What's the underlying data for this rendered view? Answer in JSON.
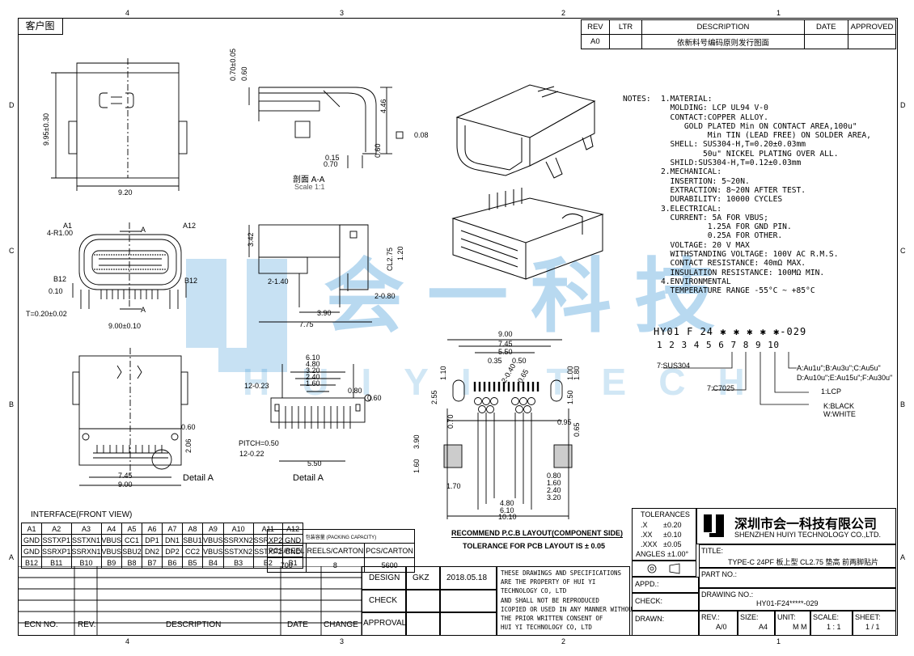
{
  "sheet": {
    "customer_tag": "客户图",
    "col_labels": [
      "4",
      "3",
      "2",
      "1"
    ],
    "row_labels": [
      "D",
      "C",
      "B",
      "A"
    ]
  },
  "revision_block": {
    "headers": [
      "REV",
      "LTR",
      "DESCRIPTION",
      "DATE",
      "APPROVED"
    ],
    "rows": [
      {
        "rev": "A0",
        "ltr": "",
        "description": "依新料号编码原则发行图面",
        "date": "",
        "approved": ""
      }
    ]
  },
  "notes": {
    "heading": "NOTES:",
    "lines": [
      "1.MATERIAL:",
      "  MOLDING: LCP UL94 V-0",
      "  CONTACT:COPPER ALLOY.",
      "     GOLD PLATED Min ON CONTACT AREA,100u\"",
      "          Min TIN (LEAD FREE) ON SOLDER AREA,",
      "  SHELL: SUS304-H,T=0.20±0.03mm",
      "         50u\" NICKEL PLATING OVER ALL.",
      "  SHILD:SUS304-H,T=0.12±0.03mm",
      "2.MECHANICAL:",
      "  INSERTION: 5~20N.",
      "  EXTRACTION: 8~20N AFTER TEST.",
      "  DURABILITY: 10000 CYCLES",
      "3.ELECTRICAL:",
      "  CURRENT: 5A FOR VBUS;",
      "          1.25A FOR GND PIN.",
      "          0.25A FOR OTHER.",
      "  VOLTAGE: 20 V MAX",
      "  WITHSTANDING VOLTAGE: 100V AC R.M.S.",
      "  CONTACT RESISTANCE: 40mΩ MAX.",
      "  INSULATION RESISTANCE: 100MΩ MIN.",
      "4.ENVIRONMENTAL",
      "  TEMPERATURE RANGE -55°C ~ +85°C"
    ]
  },
  "part_code": {
    "code": "HY01 F 24 ✱ ✱ ✱ ✱ ✱-029",
    "positions": "1  2  3  4  5  6  7  8  9  10",
    "legend": [
      "7:SUS304",
      "7:C7025",
      "1:LCP",
      "K:BLACK",
      "W:WHITE",
      "A:Au1u\";B:Au3u\";C:Au5u\"",
      "D:Au10u\";E:Au15u\";F:Au30u\""
    ]
  },
  "views": {
    "section_title": "剖面 A-A",
    "section_scale": "Scale 1:1",
    "detail_a": "Detail A",
    "detail_a_label": "Detail A",
    "pcb_caption": "RECOMMEND P.C.B LAYOUT(COMPONENT SIDE)",
    "pcb_tolerance": "TOLERANCE FOR PCB LAYOUT IS ± 0.05"
  },
  "dims": {
    "top_w": "9.20",
    "top_h": "9.95±0.30",
    "sec_070_005": "0.70±0.05",
    "sec_060": "0.60",
    "sec_446": "4.46",
    "sec_015": "0.15",
    "sec_070": "0.70",
    "sec_060b": "0.60",
    "sec_flat": "0.08",
    "front_r": "4-R1.00",
    "a1": "A1",
    "a12": "A12",
    "b12": "B12",
    "b12r": "B12",
    "flat010": "0.10",
    "thk": "T=0.20±0.02",
    "front_w": "9.00±0.10",
    "aa_top": "A",
    "aa_bot": "A",
    "side_342": "3.42",
    "side_275": "CL2.75",
    "side_240": "2-1.40",
    "side_080": "2-0.80",
    "side_390": "3.90",
    "side_775": "7.75",
    "side_120": "1.20",
    "bot_060": "0.60",
    "bot_206": "2.06",
    "bot_745": "7.45",
    "bot_900": "9.00",
    "det_610": "6.10",
    "det_480": "4.80",
    "det_320": "3.20",
    "det_240": "2.40",
    "det_160": "1.60",
    "det_080": "0.80",
    "det_1223": "12-0.23",
    "det_060": "0.60",
    "det_pitch": "PITCH=0.50",
    "det_1222": "12-0.22",
    "det_550": "5.50",
    "pcb_900": "9.00",
    "pcb_745": "7.45",
    "pcb_550": "5.50",
    "pcb_035": "0.35",
    "pcb_050": "0.50",
    "pcb_110": "1.10",
    "pcb_255": "2.55",
    "pcb_070": "0.70",
    "pcb_390": "3.90",
    "pcb_160": "1.60",
    "pcb_170": "1.70",
    "pcb_095": "0.95",
    "pcb_065": "0.65",
    "pcb_150": "1.50",
    "pcb_100": "1.00",
    "pcb_1180": "1.80",
    "pcb_2040": "2-0.40",
    "pcb_0065": "0.65",
    "pcb_b080": "0.80",
    "pcb_b160": "1.60",
    "pcb_b240": "2.40",
    "pcb_b320": "3.20",
    "pcb_b480": "4.80",
    "pcb_b610": "6.10",
    "pcb_b1010": "10.10"
  },
  "interface": {
    "title": "INTERFACE(FRONT VIEW)",
    "row1": [
      "A1",
      "A2",
      "A3",
      "A4",
      "A5",
      "A6",
      "A7",
      "A8",
      "A9",
      "A10",
      "A11",
      "A12"
    ],
    "row2": [
      "GND",
      "SSTXP1",
      "SSTXN1",
      "VBUS",
      "CC1",
      "DP1",
      "DN1",
      "SBU1",
      "VBUS",
      "SSRXN2",
      "SSRXP2",
      "GND"
    ],
    "row3": [
      "GND",
      "SSRXP1",
      "SSRXN1",
      "VBUS",
      "SBU2",
      "DN2",
      "DP2",
      "CC2",
      "VBUS",
      "SSTXN2",
      "SSTXP2",
      "GND"
    ],
    "row4": [
      "B12",
      "B11",
      "B10",
      "B9",
      "B8",
      "B7",
      "B6",
      "B5",
      "B4",
      "B3",
      "B2",
      "B1"
    ]
  },
  "packing": {
    "title": "包装容量 (PACKING CAPACITY)",
    "headers": [
      "PCS/REEL",
      "REELS/CARTON",
      "PCS/CARTON"
    ],
    "values": [
      "700",
      "8",
      "5600"
    ]
  },
  "change_block": {
    "headers": [
      "ECN NO.",
      "REV.",
      "DESCRIPTION",
      "DATE",
      "CHANGE"
    ]
  },
  "signoff": {
    "design": "DESIGN",
    "designer": "GKZ",
    "design_date": "2018.05.18",
    "check": "CHECK",
    "approval": "APPROVAL",
    "proprietary": [
      "THESE DRAWINGS AND SPECIFICATIONS",
      "ARE THE PROPERTY OF HUI YI",
      "TECHNOLOGY  CO, LTD",
      "AND SHALL NOT BE REPRODUCED",
      "ICOPIED OR USED IN ANY MANNER WITHOU",
      "THE PRIOR WRITTEN CONSENT OF",
      "HUI YI  TECHNOLOGY CO, LTD"
    ]
  },
  "title_block": {
    "tolerances_title": "TOLERANCES",
    "tol": [
      [
        ".X",
        "±0.20"
      ],
      [
        ".XX",
        "±0.10"
      ],
      [
        ".XXX",
        "±0.05"
      ]
    ],
    "angles": "ANGLES ±1.00°",
    "company_cn": "深圳市会一科技有限公司",
    "company_en": "SHENZHEN HUIYI TECHNOLOGY CO.,LTD.",
    "title_label": "TITLE:",
    "title_value": "TYPE-C 24PF 板上型 CL2.75 垫高 前两脚贴片",
    "part_no_label": "PART NO.:",
    "appd_label": "APPD.:",
    "check_label": "CHECK:",
    "drawing_no_label": "DRAWING NO.:",
    "drawing_no": "HY01-F24*****-029",
    "drawn_label": "DRAWN:",
    "rev_label": "REV.:",
    "rev_value": "A/0",
    "size_label": "SIZE:",
    "size_value": "A4",
    "unit_label": "UNIT:",
    "unit_value": "M M",
    "scale_label": "SCALE:",
    "scale_value": "1 : 1",
    "sheet_label": "SHEET:",
    "sheet_value": "1 / 1"
  },
  "watermark": {
    "big": "会一科技",
    "small": "HUIYI TECH"
  }
}
